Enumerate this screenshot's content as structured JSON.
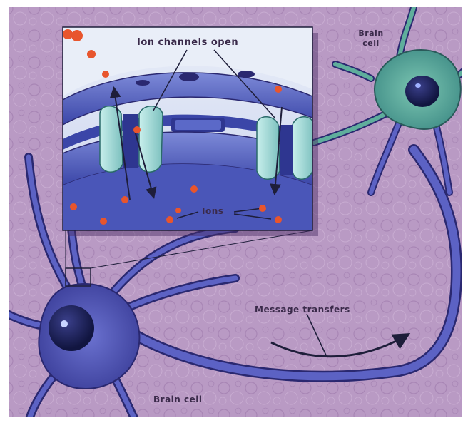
{
  "labels": {
    "ion_channels_open": "Ion channels open",
    "ions": "Ions",
    "brain_cell_top_line1": "Brain",
    "brain_cell_top_line2": "cell",
    "message_transfers": "Message transfers",
    "brain_cell_bottom": "Brain cell"
  },
  "colors": {
    "tissue_background": "#b99ac4",
    "neuron_body": "#4a4fb0",
    "neuron_outline": "#2a2870",
    "green_neuron": "#5fae9c",
    "membrane": "#5b69c8",
    "channel": "#9fd6d2",
    "ion": "#e8552d",
    "label_text": "#3a2a4a"
  }
}
